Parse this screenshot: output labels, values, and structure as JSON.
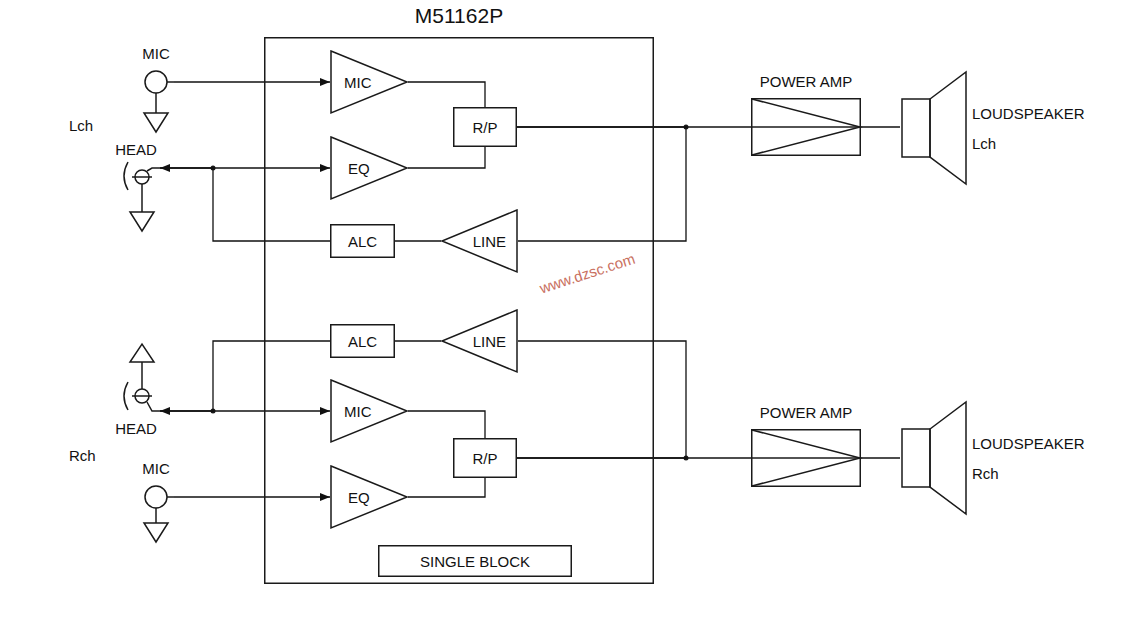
{
  "diagram": {
    "nodes": [
      {
        "text": [
          "M51162P"
        ]
      },
      {
        "text": [
          "MIC"
        ],
        "in": 0
      },
      {
        "text": [
          "R/P"
        ],
        "in": 0
      },
      {
        "text": [
          "EQ"
        ],
        "in": 0
      },
      {
        "text": [
          "ALC"
        ],
        "in": 0
      },
      {
        "text": [
          "LINE"
        ],
        "in": 0
      },
      {
        "text": [
          "ALC"
        ],
        "in": 0
      },
      {
        "text": [
          "LINE"
        ],
        "in": 0
      },
      {
        "text": [
          "MIC"
        ],
        "in": 0
      },
      {
        "text": [
          "R/P"
        ],
        "in": 0
      },
      {
        "text": [
          "EQ"
        ],
        "in": 0
      },
      {
        "text": [
          "SINGLE BLOCK"
        ],
        "in": 0
      },
      {
        "text": [
          "MIC"
        ]
      },
      {
        "text": [
          "HEAD"
        ]
      },
      {
        "text": [
          "POWER AMP"
        ]
      },
      {
        "text": [
          "LOUDSPEAKER",
          "Lch"
        ]
      },
      {
        "text": [
          "HEAD"
        ]
      },
      {
        "text": [
          "MIC"
        ]
      },
      {
        "text": [
          "POWER AMP"
        ]
      },
      {
        "text": [
          "LOUDSPEAKER",
          "Rch"
        ]
      }
    ],
    "edges": [
      {
        "from": 12,
        "to": 1,
        "arrow": "to"
      },
      {
        "from": 13,
        "to": 3,
        "arrow": "to"
      },
      {
        "from": 1,
        "to": 2,
        "arrow": "none"
      },
      {
        "from": 3,
        "to": 2,
        "arrow": "none"
      },
      {
        "from": 2,
        "to": 14,
        "arrow": "none"
      },
      {
        "from": 2,
        "to": 5,
        "arrow": "none"
      },
      {
        "from": 5,
        "to": 4,
        "arrow": "none"
      },
      {
        "from": 4,
        "to": 13,
        "arrow": "to"
      },
      {
        "from": 14,
        "to": 15,
        "arrow": "none"
      },
      {
        "from": 16,
        "to": 8,
        "arrow": "to"
      },
      {
        "from": 17,
        "to": 10,
        "arrow": "to"
      },
      {
        "from": 8,
        "to": 9,
        "arrow": "none"
      },
      {
        "from": 10,
        "to": 9,
        "arrow": "none"
      },
      {
        "from": 9,
        "to": 18,
        "arrow": "none"
      },
      {
        "from": 9,
        "to": 7,
        "arrow": "none"
      },
      {
        "from": 7,
        "to": 6,
        "arrow": "none"
      },
      {
        "from": 6,
        "to": 16,
        "arrow": "to"
      },
      {
        "from": 18,
        "to": 19,
        "arrow": "none"
      }
    ],
    "labels": [
      "Lch",
      "Rch",
      "www.dzsc.com"
    ]
  }
}
